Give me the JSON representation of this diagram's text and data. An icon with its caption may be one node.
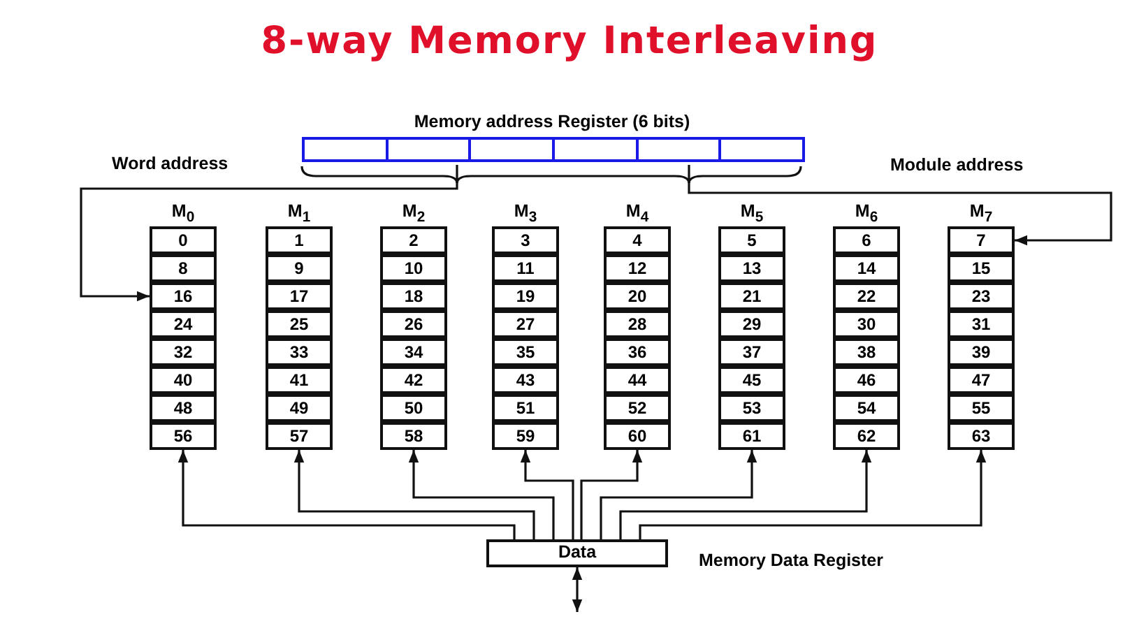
{
  "diagram": {
    "title": "8-way Memory Interleaving",
    "nodes": [
      {
        "text": [
          "Memory address Register (6 bits)"
        ]
      },
      {
        "text": [],
        "shape": "box",
        "in": 0
      },
      {
        "text": [],
        "shape": "box",
        "in": 0
      },
      {
        "text": [],
        "shape": "box",
        "in": 0
      },
      {
        "text": [],
        "shape": "box",
        "in": 0
      },
      {
        "text": [],
        "shape": "box",
        "in": 0
      },
      {
        "text": [],
        "shape": "box",
        "in": 0
      },
      {
        "text": [
          "M$_{0}$"
        ]
      },
      {
        "text": [
          "0"
        ],
        "in": 7
      },
      {
        "text": [
          "8"
        ],
        "in": 7
      },
      {
        "text": [
          "16"
        ],
        "in": 7
      },
      {
        "text": [
          "24"
        ],
        "in": 7
      },
      {
        "text": [
          "32"
        ],
        "in": 7
      },
      {
        "text": [
          "40"
        ],
        "in": 7
      },
      {
        "text": [
          "48"
        ],
        "in": 7
      },
      {
        "text": [
          "56"
        ],
        "in": 7
      },
      {
        "text": [
          "M$_{1}$"
        ]
      },
      {
        "text": [
          "1"
        ],
        "in": 16
      },
      {
        "text": [
          "9"
        ],
        "in": 16
      },
      {
        "text": [
          "17"
        ],
        "in": 16
      },
      {
        "text": [
          "25"
        ],
        "in": 16
      },
      {
        "text": [
          "33"
        ],
        "in": 16
      },
      {
        "text": [
          "41"
        ],
        "in": 16
      },
      {
        "text": [
          "49"
        ],
        "in": 16
      },
      {
        "text": [
          "57"
        ],
        "in": 16
      },
      {
        "text": [
          "M$_{2}$"
        ]
      },
      {
        "text": [
          "2"
        ],
        "in": 25
      },
      {
        "text": [
          "10"
        ],
        "in": 25
      },
      {
        "text": [
          "18"
        ],
        "in": 25
      },
      {
        "text": [
          "26"
        ],
        "in": 25
      },
      {
        "text": [
          "34"
        ],
        "in": 25
      },
      {
        "text": [
          "42"
        ],
        "in": 25
      },
      {
        "text": [
          "50"
        ],
        "in": 25
      },
      {
        "text": [
          "58"
        ],
        "in": 25
      },
      {
        "text": [
          "M$_{3}$"
        ]
      },
      {
        "text": [
          "3"
        ],
        "in": 34
      },
      {
        "text": [
          "11"
        ],
        "in": 34
      },
      {
        "text": [
          "19"
        ],
        "in": 34
      },
      {
        "text": [
          "27"
        ],
        "in": 34
      },
      {
        "text": [
          "35"
        ],
        "in": 34
      },
      {
        "text": [
          "43"
        ],
        "in": 34
      },
      {
        "text": [
          "51"
        ],
        "in": 34
      },
      {
        "text": [
          "59"
        ],
        "in": 34
      },
      {
        "text": [
          "M$_{4}$"
        ]
      },
      {
        "text": [
          "4"
        ],
        "in": 43
      },
      {
        "text": [
          "12"
        ],
        "in": 43
      },
      {
        "text": [
          "20"
        ],
        "in": 43
      },
      {
        "text": [
          "28"
        ],
        "in": 43
      },
      {
        "text": [
          "36"
        ],
        "in": 43
      },
      {
        "text": [
          "44"
        ],
        "in": 43
      },
      {
        "text": [
          "52"
        ],
        "in": 43
      },
      {
        "text": [
          "60"
        ],
        "in": 43
      },
      {
        "text": [
          "M$_{5}$"
        ]
      },
      {
        "text": [
          "5"
        ],
        "in": 52
      },
      {
        "text": [
          "13"
        ],
        "in": 52
      },
      {
        "text": [
          "21"
        ],
        "in": 52
      },
      {
        "text": [
          "29"
        ],
        "in": 52
      },
      {
        "text": [
          "37"
        ],
        "in": 52
      },
      {
        "text": [
          "45"
        ],
        "in": 52
      },
      {
        "text": [
          "53"
        ],
        "in": 52
      },
      {
        "text": [
          "61"
        ],
        "in": 52
      },
      {
        "text": [
          "M$_{6}$"
        ]
      },
      {
        "text": [
          "6"
        ],
        "in": 61
      },
      {
        "text": [
          "14"
        ],
        "in": 61
      },
      {
        "text": [
          "22"
        ],
        "in": 61
      },
      {
        "text": [
          "30"
        ],
        "in": 61
      },
      {
        "text": [
          "38"
        ],
        "in": 61
      },
      {
        "text": [
          "46"
        ],
        "in": 61
      },
      {
        "text": [
          "54"
        ],
        "in": 61
      },
      {
        "text": [
          "62"
        ],
        "in": 61
      },
      {
        "text": [
          "M$_{7}$"
        ]
      },
      {
        "text": [
          "7"
        ],
        "in": 70
      },
      {
        "text": [
          "15"
        ],
        "in": 70
      },
      {
        "text": [
          "23"
        ],
        "in": 70
      },
      {
        "text": [
          "31"
        ],
        "in": 70
      },
      {
        "text": [
          "39"
        ],
        "in": 70
      },
      {
        "text": [
          "47"
        ],
        "in": 70
      },
      {
        "text": [
          "55"
        ],
        "in": 70
      },
      {
        "text": [
          "63"
        ],
        "in": 70
      },
      {
        "text": [
          "Data"
        ],
        "beside": [
          "Memory Data Register"
        ]
      }
    ],
    "edges": [
      {
        "from": 0,
        "to": 10,
        "arrow": "to",
        "label": "Word address"
      },
      {
        "from": 0,
        "to": 71,
        "arrow": "to",
        "label": "Module address"
      },
      {
        "from": 79,
        "to": 7,
        "arrow": "to"
      },
      {
        "from": 79,
        "to": 16,
        "arrow": "to"
      },
      {
        "from": 79,
        "to": 25,
        "arrow": "to"
      },
      {
        "from": 79,
        "to": 34,
        "arrow": "to"
      },
      {
        "from": 79,
        "to": 43,
        "arrow": "to"
      },
      {
        "from": 79,
        "to": 52,
        "arrow": "to"
      },
      {
        "from": 79,
        "to": 61,
        "arrow": "to"
      },
      {
        "from": 79,
        "to": 70,
        "arrow": "to"
      },
      {
        "from": 79,
        "to": null,
        "arrow": "both"
      }
    ]
  }
}
